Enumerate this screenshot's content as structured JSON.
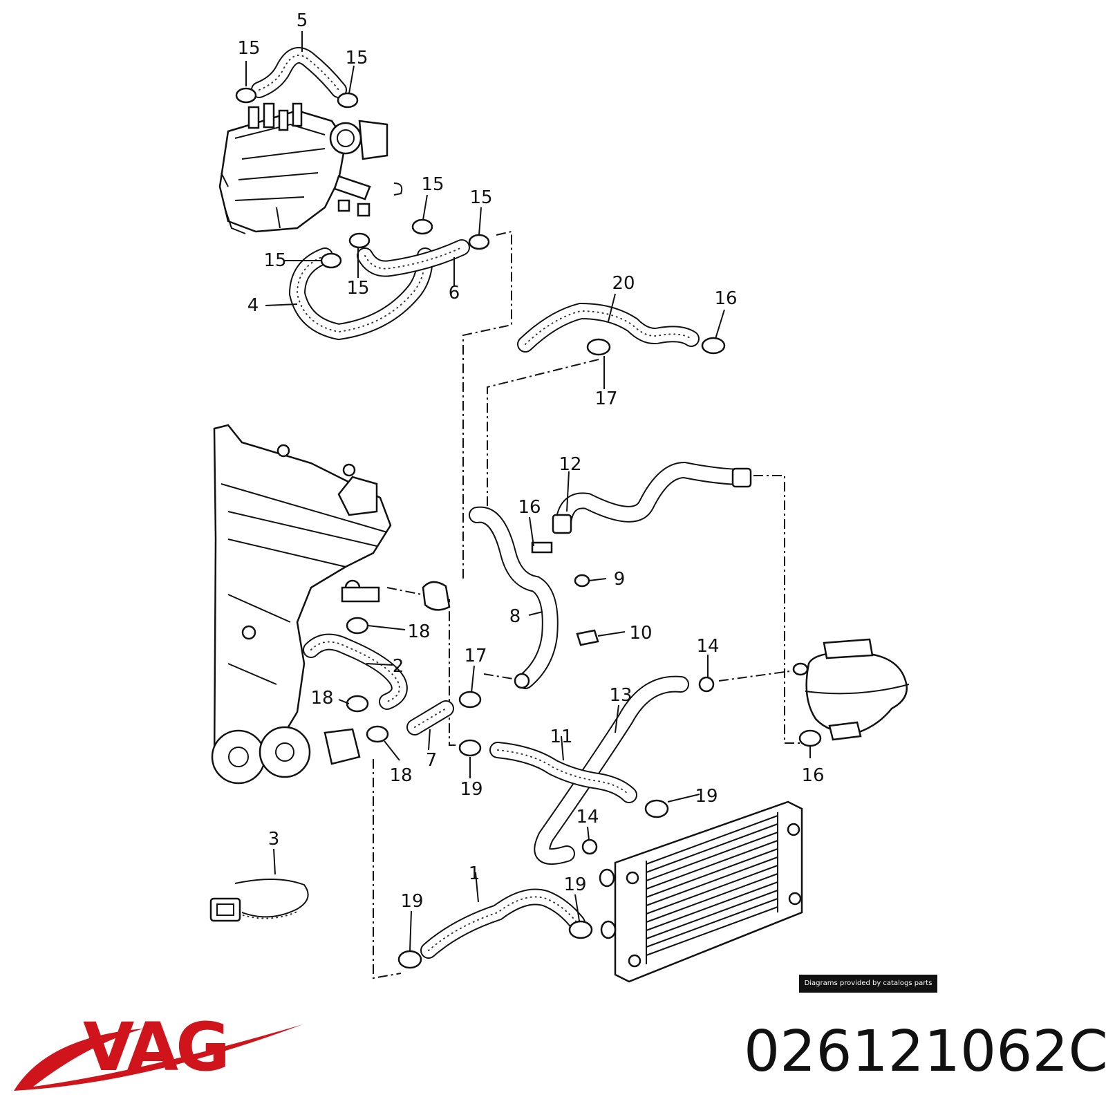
{
  "callouts": [
    {
      "id": "5",
      "label": "5"
    },
    {
      "id": "15a",
      "label": "15"
    },
    {
      "id": "15b",
      "label": "15"
    },
    {
      "id": "15c",
      "label": "15"
    },
    {
      "id": "15d",
      "label": "15"
    },
    {
      "id": "15e",
      "label": "15"
    },
    {
      "id": "15f",
      "label": "15"
    },
    {
      "id": "4",
      "label": "4"
    },
    {
      "id": "6",
      "label": "6"
    },
    {
      "id": "20",
      "label": "20"
    },
    {
      "id": "16a",
      "label": "16"
    },
    {
      "id": "17a",
      "label": "17"
    },
    {
      "id": "12",
      "label": "12"
    },
    {
      "id": "16b",
      "label": "16"
    },
    {
      "id": "9",
      "label": "9"
    },
    {
      "id": "8",
      "label": "8"
    },
    {
      "id": "10",
      "label": "10"
    },
    {
      "id": "18a",
      "label": "18"
    },
    {
      "id": "2",
      "label": "2"
    },
    {
      "id": "17b",
      "label": "17"
    },
    {
      "id": "14a",
      "label": "14"
    },
    {
      "id": "18b",
      "label": "18"
    },
    {
      "id": "13",
      "label": "13"
    },
    {
      "id": "11",
      "label": "11"
    },
    {
      "id": "7",
      "label": "7"
    },
    {
      "id": "18c",
      "label": "18"
    },
    {
      "id": "19a",
      "label": "19"
    },
    {
      "id": "19b",
      "label": "19"
    },
    {
      "id": "16c",
      "label": "16"
    },
    {
      "id": "14b",
      "label": "14"
    },
    {
      "id": "3",
      "label": "3"
    },
    {
      "id": "1",
      "label": "1"
    },
    {
      "id": "19c",
      "label": "19"
    },
    {
      "id": "19d",
      "label": "19"
    }
  ],
  "credit": "Diagrams provided by catalogs parts",
  "brand": {
    "name": "VAG",
    "color": "#d0141c"
  },
  "part_number": "026121062C"
}
